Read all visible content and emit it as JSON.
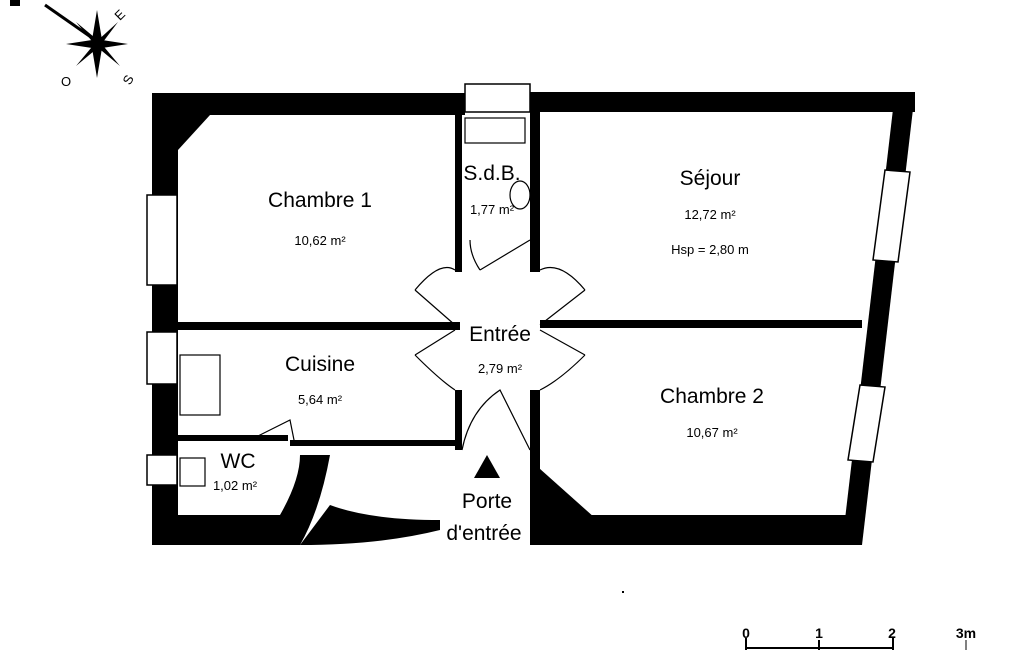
{
  "compass": {
    "east": "E",
    "west": "O",
    "south": "S"
  },
  "rooms": [
    {
      "name": "Chambre 1",
      "area": "10,62 m²"
    },
    {
      "name": "S.d.B.",
      "area": "1,77 m²"
    },
    {
      "name": "Séjour",
      "area": "12,72 m²",
      "height": "Hsp = 2,80 m"
    },
    {
      "name": "Entrée",
      "area": "2,79 m²"
    },
    {
      "name": "Cuisine",
      "area": "5,64 m²"
    },
    {
      "name": "Chambre 2",
      "area": "10,67 m²"
    },
    {
      "name": "WC",
      "area": "1,02 m²"
    }
  ],
  "entrance": {
    "line1": "Porte",
    "line2": "d'entrée"
  },
  "scale": {
    "ticks": [
      "0",
      "1",
      "2",
      "3m"
    ]
  }
}
